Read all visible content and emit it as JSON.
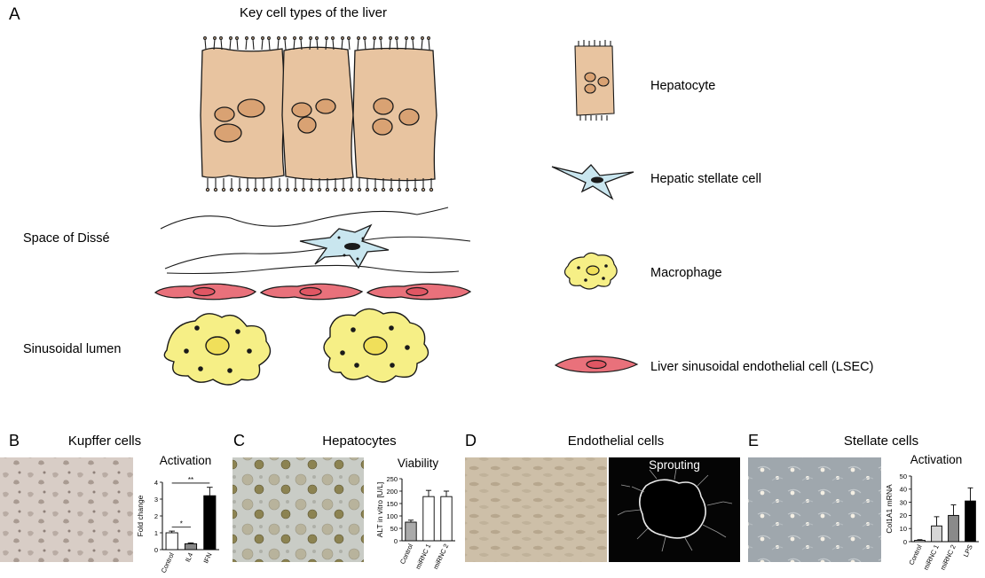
{
  "panel_a": {
    "letter": "A",
    "title": "Key cell types of the liver",
    "layer_labels": [
      "Space of Dissé",
      "Sinusoidal lumen"
    ],
    "legend": [
      "Hepatocyte",
      "Hepatic stellate cell",
      "Macrophage",
      "Liver sinusoidal endothelial cell (LSEC)"
    ],
    "colors": {
      "hepatocyte": "#e8c4a0",
      "hepatocyte_nucleus": "#d9a273",
      "stellate": "#c9e6ef",
      "macrophage": "#f6ef86",
      "lsec": "#e9717b",
      "outline": "#1a1a1a"
    }
  },
  "panel_b": {
    "letter": "B",
    "title": "Kupffer cells",
    "chart_title": "Activation",
    "photo_color": "#d8cdc6"
  },
  "panel_c": {
    "letter": "C",
    "title": "Hepatocytes",
    "chart_title": "Viability",
    "photo_color": "#c9ccc6"
  },
  "panel_d": {
    "letter": "D",
    "title": "Endothelial cells",
    "photo_color": "#cdbfa8",
    "dark_label": "Sprouting"
  },
  "panel_e": {
    "letter": "E",
    "title": "Stellate cells",
    "chart_title": "Activation",
    "photo_color": "#9fa7ad"
  },
  "chart_data": [
    {
      "type": "bar",
      "panel": "B",
      "title": "Activation",
      "ylabel": "Fold change",
      "categories": [
        "Control",
        "IL4",
        "IFN"
      ],
      "values": [
        1.0,
        0.35,
        3.2
      ],
      "errors": [
        0.1,
        0.05,
        0.5
      ],
      "bar_colors": [
        "#ffffff",
        "#888888",
        "#000000"
      ],
      "ylim": [
        0,
        4
      ],
      "yticks": [
        0,
        1,
        2,
        3,
        4
      ],
      "significance": [
        "*",
        "**"
      ]
    },
    {
      "type": "bar",
      "panel": "C",
      "ylabel": "ALT in vitro [U/L]",
      "categories": [
        "Control",
        "miRNC 1",
        "miRNC 2"
      ],
      "values": [
        75,
        178,
        178
      ],
      "errors": [
        8,
        25,
        22
      ],
      "bar_colors": [
        "#aaaaaa",
        "#ffffff",
        "#ffffff"
      ],
      "ylim": [
        0,
        250
      ],
      "yticks": [
        0,
        50,
        100,
        150,
        200,
        250
      ]
    },
    {
      "type": "bar",
      "panel": "E",
      "ylabel": "Col1A1 mRNA",
      "categories": [
        "Control",
        "miRNC 1",
        "miRNC 2",
        "LPS"
      ],
      "values": [
        1,
        12,
        20,
        31
      ],
      "errors": [
        0.5,
        7,
        8,
        10
      ],
      "bar_colors": [
        "#ffffff",
        "#d6d6d6",
        "#8a8a8a",
        "#000000"
      ],
      "ylim": [
        0,
        50
      ],
      "yticks": [
        0,
        10,
        20,
        30,
        40,
        50
      ]
    }
  ]
}
